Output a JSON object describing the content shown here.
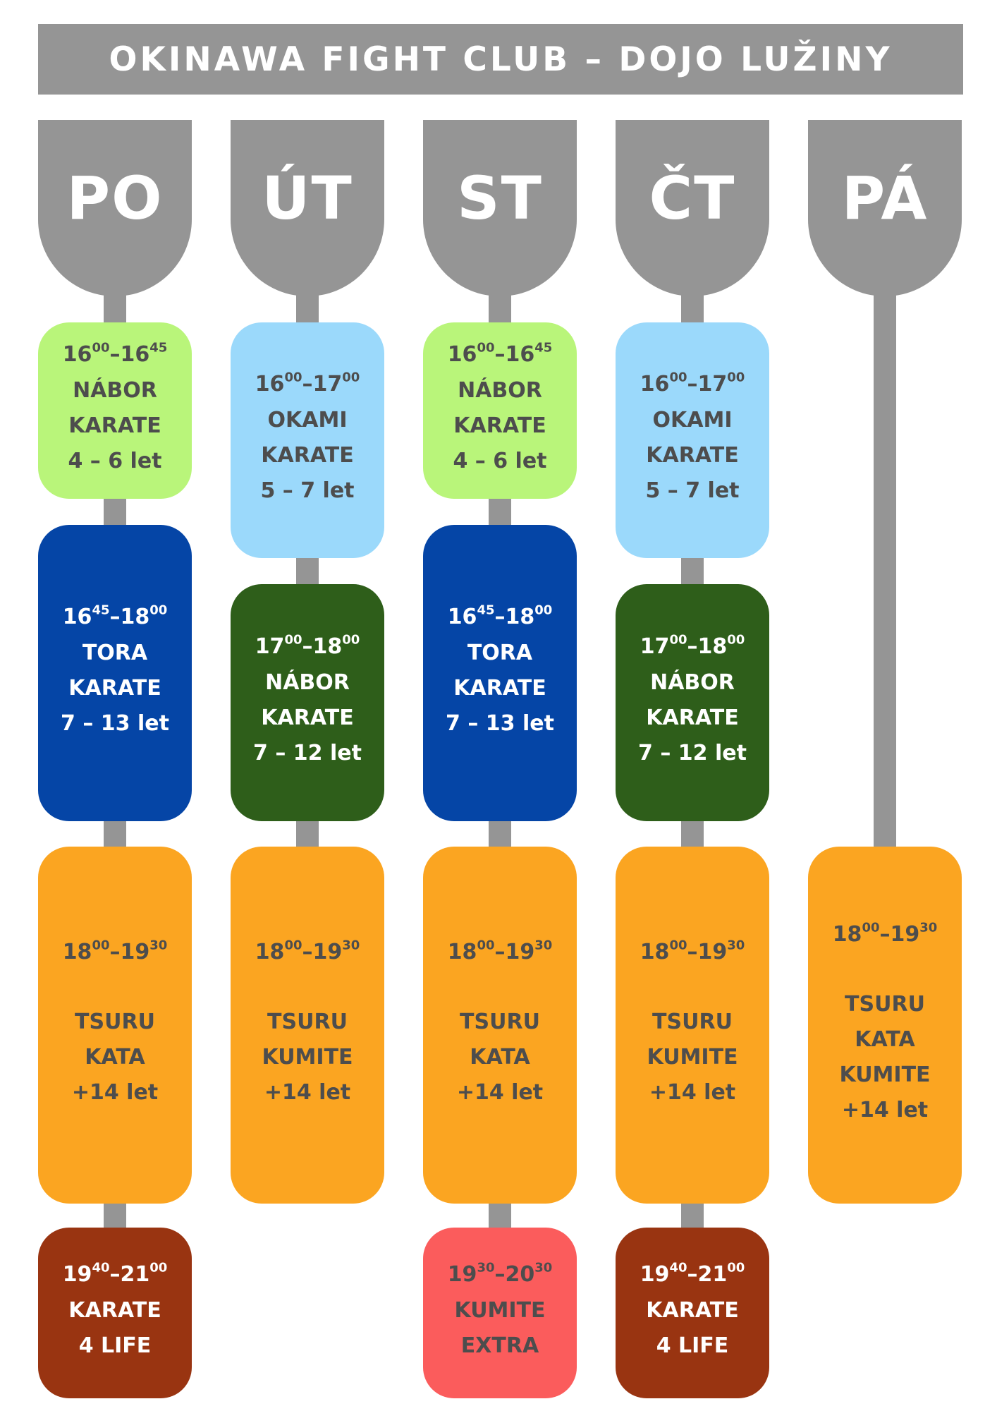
{
  "title": "OKINAWA FIGHT CLUB – DOJO LUŽINY",
  "colors": {
    "gray": "#959595",
    "lime": "#b9f57a",
    "light_blue": "#9bd9fb",
    "blue": "#0545a6",
    "green": "#2e5e1a",
    "orange": "#fba521",
    "brown": "#993411",
    "salmon": "#fb5c5c",
    "text_dark": "#4d4d4d",
    "text_light": "#ffffff"
  },
  "days": [
    {
      "label": "PO",
      "sessions": [
        {
          "start_h": "16",
          "start_m": "00",
          "end_h": "16",
          "end_m": "45",
          "lines": [
            "NÁBOR",
            "KARATE",
            "4 – 6 let"
          ]
        },
        {
          "start_h": "16",
          "start_m": "45",
          "end_h": "18",
          "end_m": "00",
          "lines": [
            "TORA",
            "KARATE",
            "7 – 13 let"
          ]
        },
        {
          "start_h": "18",
          "start_m": "00",
          "end_h": "19",
          "end_m": "30",
          "lines": [
            "TSURU",
            "KATA",
            "+14 let"
          ]
        },
        {
          "start_h": "19",
          "start_m": "40",
          "end_h": "21",
          "end_m": "00",
          "lines": [
            "KARATE",
            "4 LIFE"
          ]
        }
      ]
    },
    {
      "label": "ÚT",
      "sessions": [
        {
          "start_h": "16",
          "start_m": "00",
          "end_h": "17",
          "end_m": "00",
          "lines": [
            "OKAMI",
            "KARATE",
            "5 – 7 let"
          ]
        },
        {
          "start_h": "17",
          "start_m": "00",
          "end_h": "18",
          "end_m": "00",
          "lines": [
            "NÁBOR",
            "KARATE",
            "7 – 12 let"
          ]
        },
        {
          "start_h": "18",
          "start_m": "00",
          "end_h": "19",
          "end_m": "30",
          "lines": [
            "TSURU",
            "KUMITE",
            "+14 let"
          ]
        }
      ]
    },
    {
      "label": "ST",
      "sessions": [
        {
          "start_h": "16",
          "start_m": "00",
          "end_h": "16",
          "end_m": "45",
          "lines": [
            "NÁBOR",
            "KARATE",
            "4 – 6 let"
          ]
        },
        {
          "start_h": "16",
          "start_m": "45",
          "end_h": "18",
          "end_m": "00",
          "lines": [
            "TORA",
            "KARATE",
            "7 – 13 let"
          ]
        },
        {
          "start_h": "18",
          "start_m": "00",
          "end_h": "19",
          "end_m": "30",
          "lines": [
            "TSURU",
            "KATA",
            "+14 let"
          ]
        },
        {
          "start_h": "19",
          "start_m": "30",
          "end_h": "20",
          "end_m": "30",
          "lines": [
            "KUMITE",
            "EXTRA"
          ]
        }
      ]
    },
    {
      "label": "ČT",
      "sessions": [
        {
          "start_h": "16",
          "start_m": "00",
          "end_h": "17",
          "end_m": "00",
          "lines": [
            "OKAMI",
            "KARATE",
            "5 – 7 let"
          ]
        },
        {
          "start_h": "17",
          "start_m": "00",
          "end_h": "18",
          "end_m": "00",
          "lines": [
            "NÁBOR",
            "KARATE",
            "7 – 12 let"
          ]
        },
        {
          "start_h": "18",
          "start_m": "00",
          "end_h": "19",
          "end_m": "30",
          "lines": [
            "TSURU",
            "KUMITE",
            "+14 let"
          ]
        },
        {
          "start_h": "19",
          "start_m": "40",
          "end_h": "21",
          "end_m": "00",
          "lines": [
            "KARATE",
            "4 LIFE"
          ]
        }
      ]
    },
    {
      "label": "PÁ",
      "sessions": [
        {
          "start_h": "18",
          "start_m": "00",
          "end_h": "19",
          "end_m": "30",
          "lines": [
            "TSURU",
            "KATA",
            "KUMITE",
            "+14 let"
          ]
        }
      ]
    }
  ]
}
